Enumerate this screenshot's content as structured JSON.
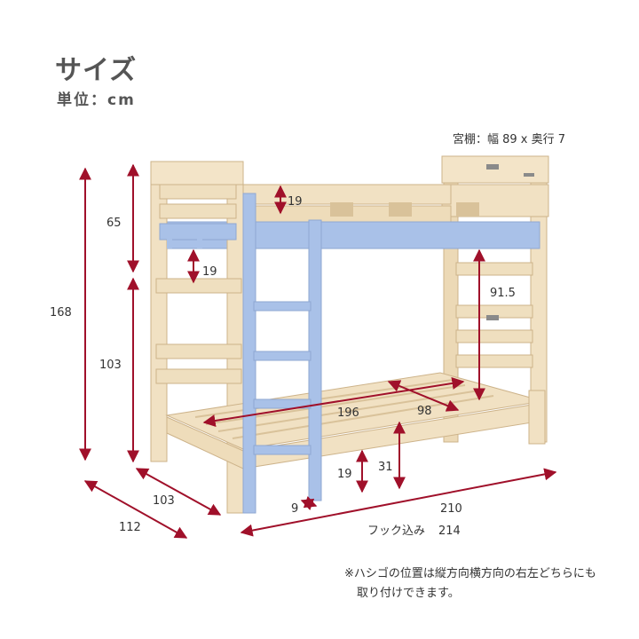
{
  "heading": {
    "title": "サイズ",
    "unit": "単位：cm"
  },
  "shelf_note": "宮棚：幅 89 x 奥行 7",
  "dimensions": {
    "total_height": "168",
    "upper_guard": "65",
    "guard_height": "19",
    "section_103": "103",
    "upper_rail": "19",
    "upper_bunk_clearance": "91.5",
    "length_196": "196",
    "width_98": "98",
    "lower_rail": "19",
    "lower_bed_height": "31",
    "ladder_depth": "9",
    "depth_103": "103",
    "depth_112": "112",
    "length_210": "210",
    "hook_label": "フック込み",
    "length_214": "214"
  },
  "footnote": {
    "line1": "※ハシゴの位置は縦方向横方向の右左どちらにも",
    "line2": "取り付けできます。"
  },
  "colors": {
    "wood": "#f1e1c3",
    "wood_dark": "#d9c29a",
    "ladder": "#a9c1e8",
    "arrow": "#a0102a"
  }
}
